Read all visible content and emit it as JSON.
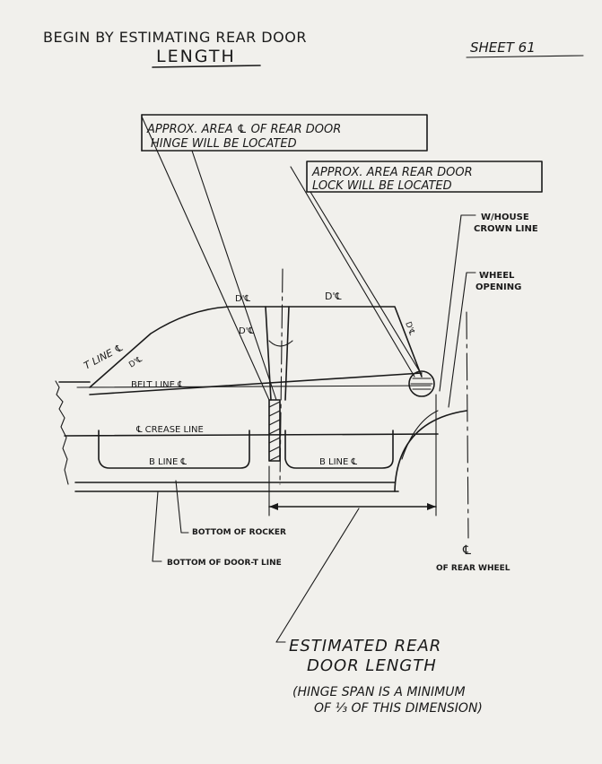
{
  "header": {
    "title_line1": "BEGIN BY ESTIMATING REAR DOOR",
    "title_line2": "LENGTH",
    "sheet": "SHEET 61"
  },
  "callouts": {
    "hinge_area_line1": "APPROX. AREA ℄ OF REAR DOOR",
    "hinge_area_line2": "HINGE WILL BE LOCATED",
    "lock_area_line1": "APPROX. AREA REAR DOOR",
    "lock_area_line2": "LOCK WILL BE LOCATED",
    "whouse_line1": "W/HOUSE",
    "whouse_line2": "CROWN LINE",
    "wheel_line1": "WHEEL",
    "wheel_line2": "OPENING",
    "rocker": "BOTTOM OF ROCKER",
    "door_bottom": "BOTTOM OF DOOR-T LINE",
    "rear_wheel_cl_symbol": "℄",
    "rear_wheel_cl": "OF REAR WHEEL"
  },
  "body_labels": {
    "t_line": "T LINE ℄",
    "d2_left": "D'℄",
    "d1_top_left": "D'℄",
    "d1_top_right": "D'℄",
    "d1_pillar": "D'℄",
    "d1_rear": "D'℄",
    "belt_line": "BELT LINE ℄",
    "crease_line": "℄ CREASE LINE",
    "b_line_front": "B LINE ℄",
    "b_line_rear": "B LINE ℄"
  },
  "estimate": {
    "line1": "ESTIMATED REAR",
    "line2": "DOOR LENGTH",
    "note1": "(HINGE SPAN IS A MINIMUM",
    "note2": "OF ⅓ OF THIS DIMENSION)"
  }
}
